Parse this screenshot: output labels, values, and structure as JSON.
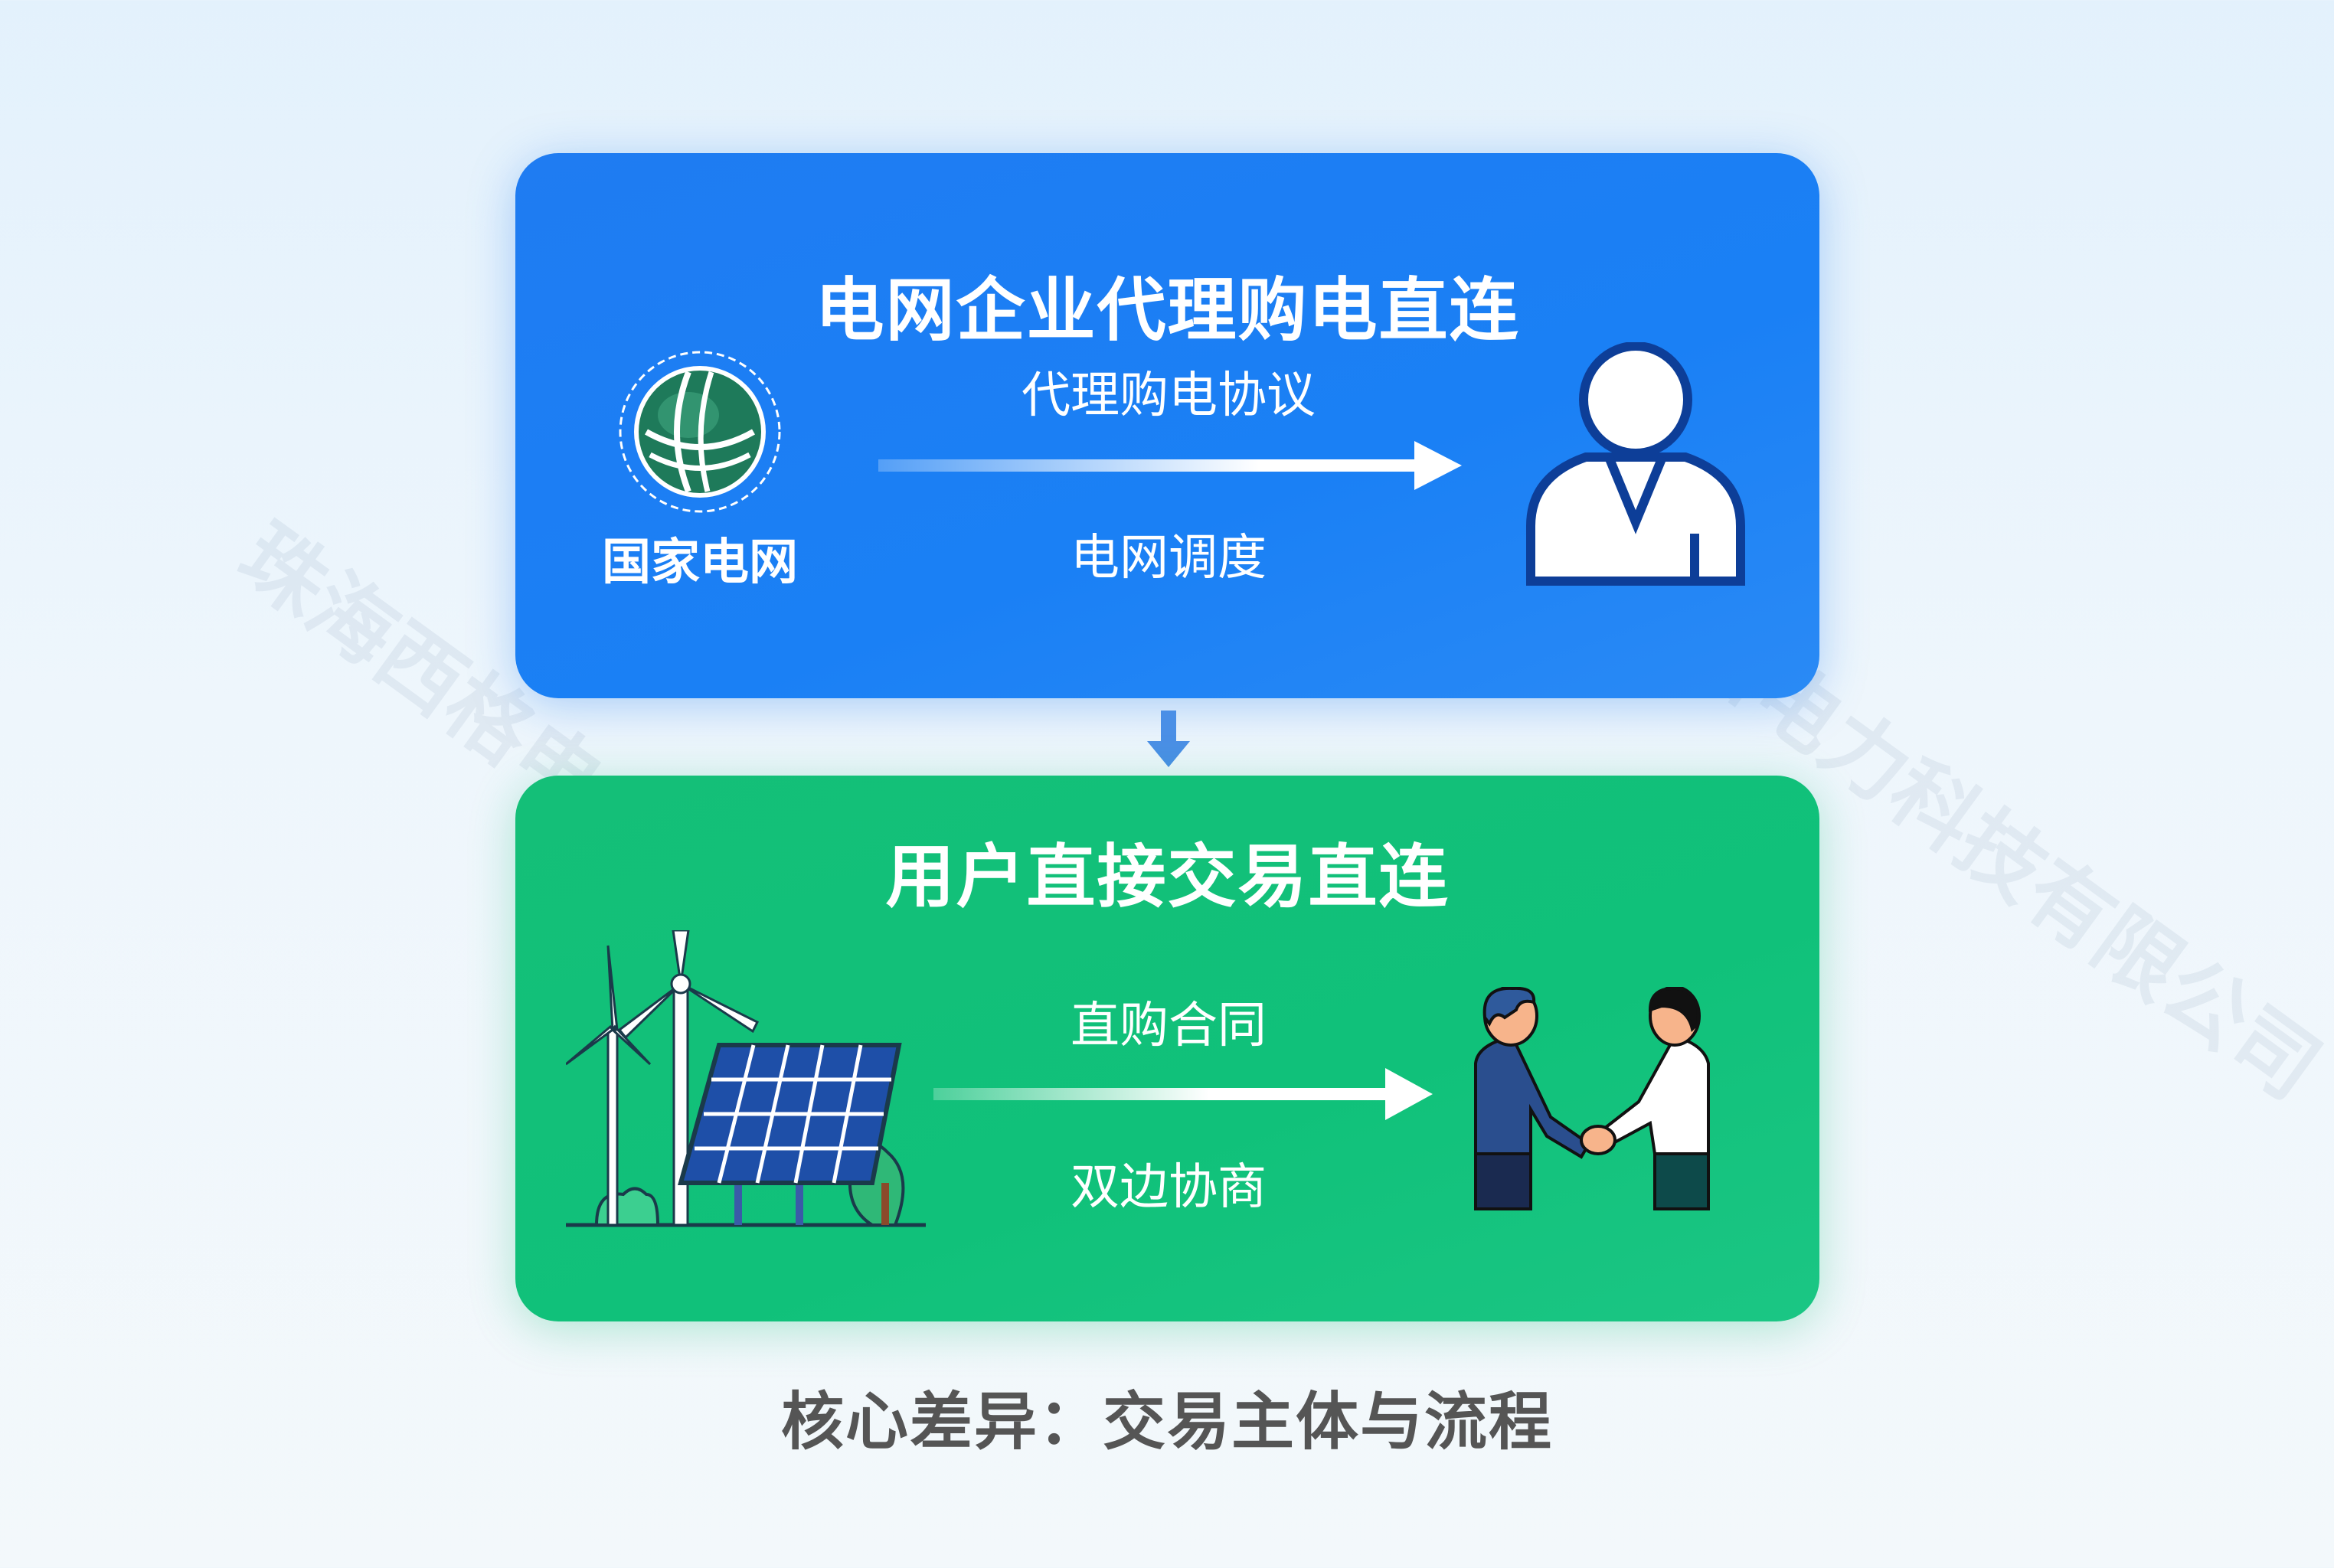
{
  "top_card": {
    "title": "电网企业代理购电直连",
    "from_label": "国家电网",
    "arrow_top_label": "代理购电协议",
    "arrow_bottom_label": "电网调度",
    "from_icon": "state-grid-logo",
    "to_icon": "user-person-icon",
    "color": "#1a80f5"
  },
  "bottom_card": {
    "title": "用户直接交易直连",
    "arrow_top_label": "直购合同",
    "arrow_bottom_label": "双边协商",
    "from_icon": "wind-solar-generation-icon",
    "to_icon": "handshake-icon",
    "color": "#10c17a"
  },
  "summary": "核心差异：交易主体与流程",
  "watermark": "珠海西格电力科技有限公司"
}
